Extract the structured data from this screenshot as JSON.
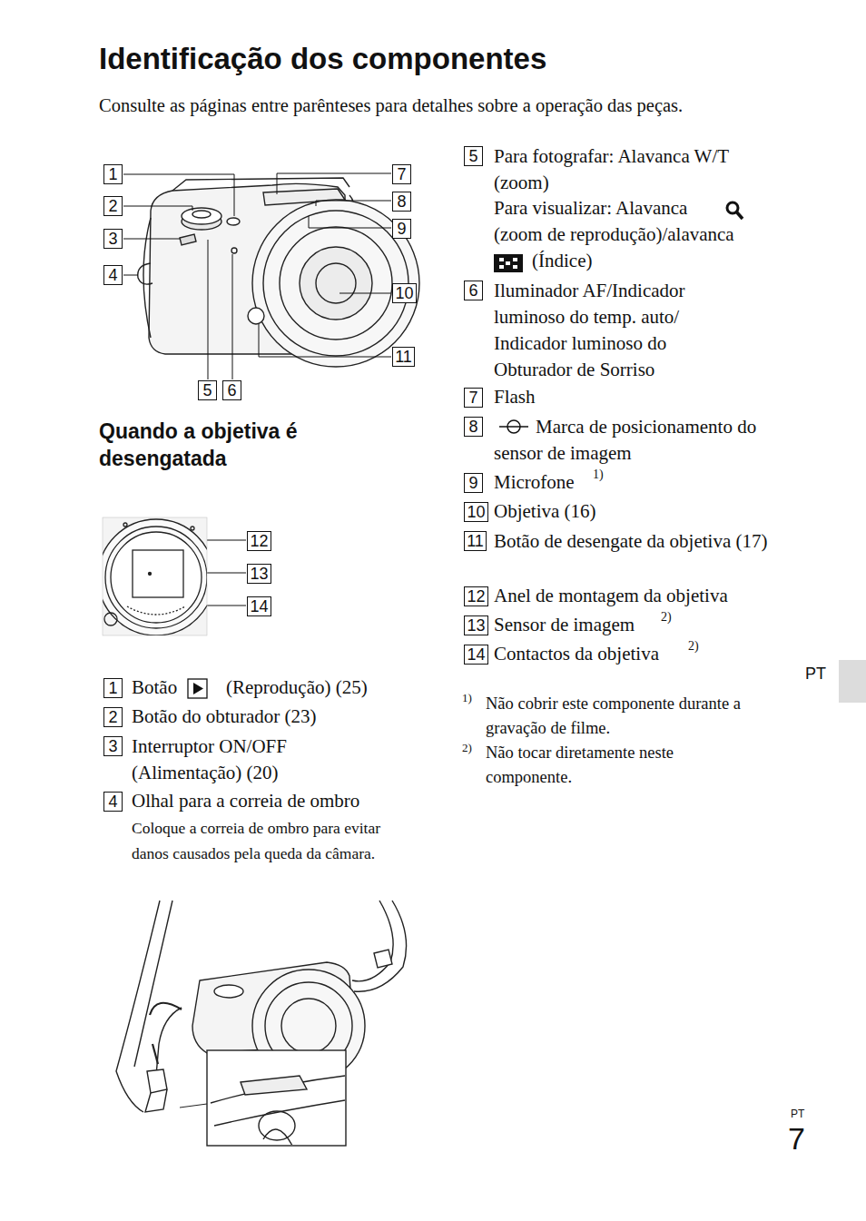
{
  "diagram": {
    "title": "Identificação dos componentes",
    "nodes": [
      {
        "text": [
          "1"
        ]
      },
      {
        "text": [
          "2"
        ]
      },
      {
        "text": [
          "3"
        ]
      },
      {
        "text": [
          "4"
        ]
      },
      {
        "text": [
          "7"
        ]
      },
      {
        "text": [
          "8"
        ]
      },
      {
        "text": [
          "9"
        ]
      },
      {
        "text": [
          "10"
        ]
      },
      {
        "text": [
          "11"
        ]
      },
      {
        "text": [
          "5"
        ]
      },
      {
        "text": [
          "6"
        ]
      },
      {
        "text": [
          "12"
        ]
      },
      {
        "text": [
          "13"
        ]
      },
      {
        "text": [
          "14"
        ]
      },
      {
        "text": [
          "1"
        ]
      },
      {
        "text": [
          "2"
        ]
      },
      {
        "text": [
          "3"
        ]
      },
      {
        "text": [
          "4"
        ]
      },
      {
        "text": [
          "5"
        ]
      },
      {
        "text": [
          "6"
        ]
      },
      {
        "text": [
          "7"
        ]
      },
      {
        "text": [
          "8"
        ]
      },
      {
        "text": [
          "9"
        ]
      },
      {
        "text": [
          "10"
        ]
      },
      {
        "text": [
          "11"
        ]
      },
      {
        "text": [
          "12"
        ]
      },
      {
        "text": [
          "13"
        ]
      },
      {
        "text": [
          "14"
        ]
      }
    ],
    "labels": [
      "Consulte as páginas entre parênteses para detalhes sobre a operação das peças.",
      "Quando a objetiva é desengatada",
      "Botão",
      "(Reprodução) (25)",
      "Botão do obturador (23)",
      "Interruptor ON/OFF (Alimentação) (20)",
      "Olhal para a correia de ombro",
      "Coloque a correia de ombro para evitar danos causados pela queda da câmara.",
      "Para fotografar: Alavanca W/T (zoom)",
      "Para visualizar: Alavanca",
      "(zoom de reprodução)/alavanca",
      "(Índice)",
      "Iluminador AF/Indicador luminoso do temp. auto/ Indicador luminoso do Obturador de Sorriso",
      "Flash",
      "Marca de posicionamento do sensor de imagem",
      "Microfone",
      "1)",
      "Objetiva (16)",
      "Botão de desengate da objetiva (17)",
      "Anel de montagem da objetiva",
      "Sensor de imagem",
      "2)",
      "Contactos da objetiva",
      "2)",
      "1)",
      "Não cobrir este componente durante a gravação de filme.",
      "2)",
      "Não tocar diretamente neste componente.",
      "PT",
      "PT",
      "7"
    ]
  }
}
